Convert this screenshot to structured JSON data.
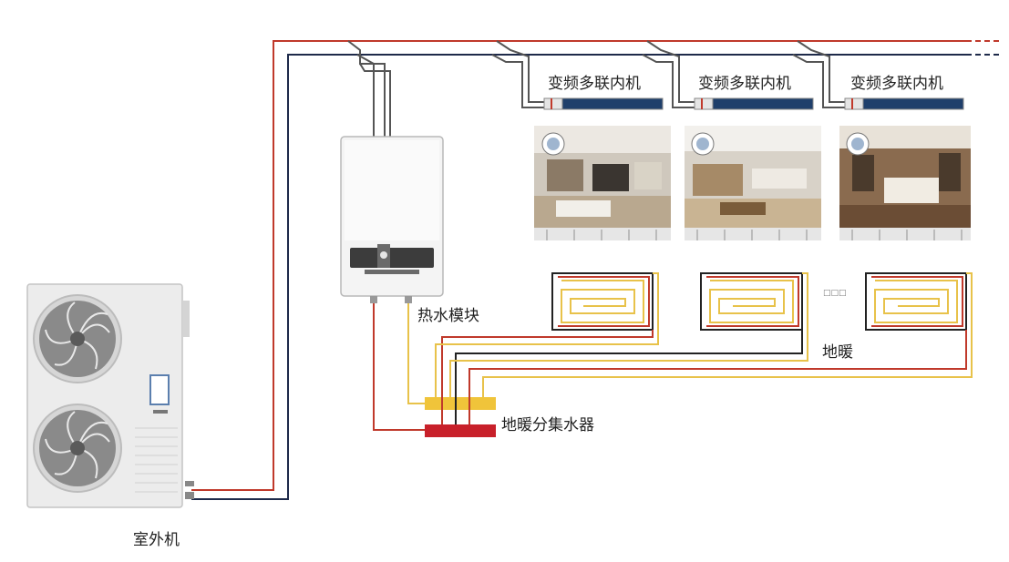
{
  "labels": {
    "indoor_unit": "变频多联内机",
    "hot_water_module": "热水模块",
    "floor_heating": "地暖",
    "manifold": "地暖分集水器",
    "outdoor_unit": "室外机",
    "more_dots": "□□□"
  },
  "colors": {
    "refrigerant_hot": "#c0392b",
    "refrigerant_cold": "#1e2a4a",
    "water_supply": "#e8c24a",
    "water_return": "#c0392b",
    "indoor_unit_body": "#1f3f6b",
    "manifold_supply": "#f0c43a",
    "manifold_return": "#c8202a"
  },
  "icons": {
    "fan": "fan-icon",
    "thermostat": "thermostat-icon"
  }
}
